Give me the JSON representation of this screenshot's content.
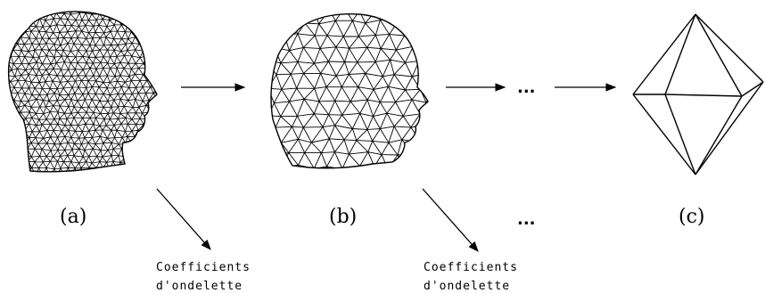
{
  "figure": {
    "labels": {
      "a": "(a)",
      "b": "(b)",
      "c": "(c)"
    },
    "ellipsis_top": "...",
    "ellipsis_bottom": "...",
    "coefficients_1": {
      "line1": "Coefficients",
      "line2": "d'ondelette"
    },
    "coefficients_2": {
      "line1": "Coefficients",
      "line2": "d'ondelette"
    }
  },
  "colors": {
    "ink": "#000000",
    "background": "#ffffff"
  },
  "icons": {
    "head_dense": "dense-triangulated-head-mesh",
    "head_coarse": "coarse-triangulated-head-mesh",
    "octahedron": "octahedron-base-mesh"
  }
}
